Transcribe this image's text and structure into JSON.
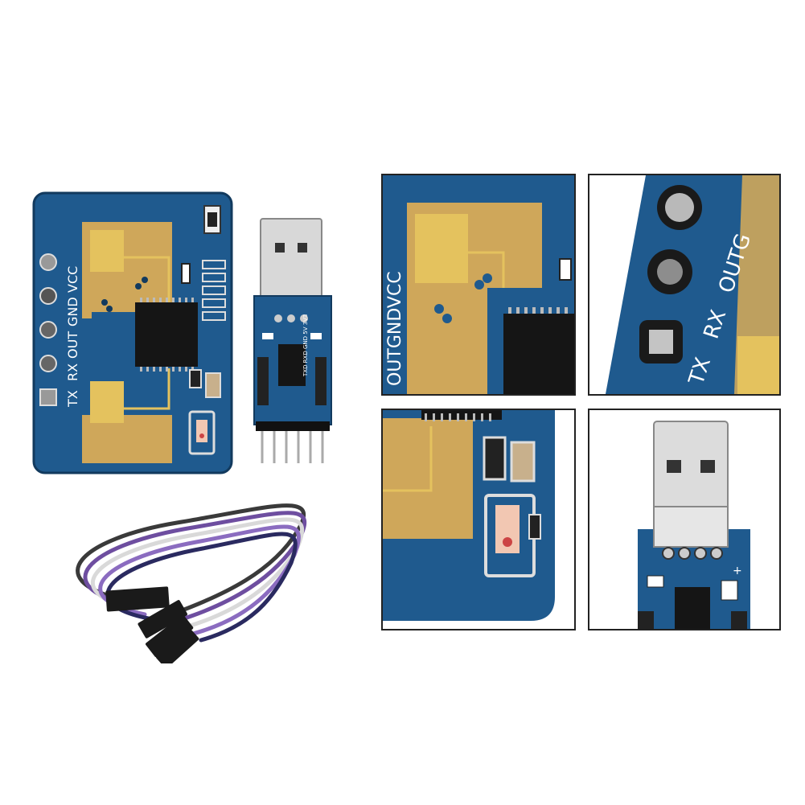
{
  "image": {
    "description_free": true,
    "colors": {
      "pcb_blue": "#1f5a8e",
      "pcb_dark": "#17446c",
      "copper": "#cfa75a",
      "gold_pad": "#e4c25e",
      "chip": "#151515",
      "frame_border": "#222222"
    }
  },
  "main_board": {
    "pin_labels": {
      "tx": "TX",
      "rx": "RX",
      "out": "OUT",
      "gnd": "GND",
      "vcc": "VCC"
    }
  },
  "usb_adapter": {
    "header_text": "TXD RXD GND 5V 3V3"
  },
  "zoom_top_left": {
    "label": "OUTGNDVCC"
  },
  "zoom_top_right": {
    "label_tx": "TX",
    "label_rx": "RX",
    "label_out": "OUTG"
  },
  "zoom_bottom_right": {
    "plus": "+"
  }
}
